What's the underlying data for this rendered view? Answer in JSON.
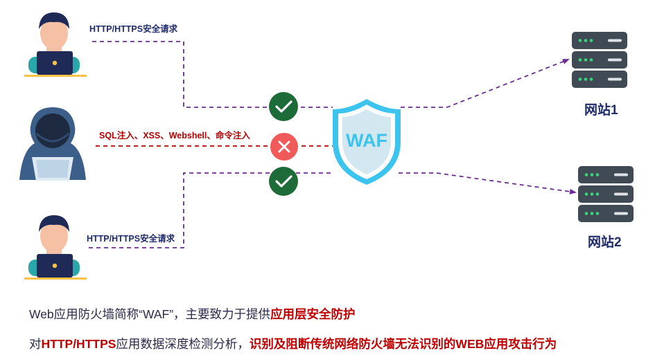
{
  "labels": {
    "top_request": "HTTP/HTTPS安全请求",
    "attack": "SQL注入、XSS、Webshell、命令注入",
    "bottom_request": "HTTP/HTTPS安全请求",
    "waf": "WAF",
    "site1": "网站1",
    "site2": "网站2"
  },
  "captions": {
    "line1_a": "Web应用防火墙简称“WAF”，主要致力于提供",
    "line1_em": "应用层安全防护",
    "line2_a": "对",
    "line2_em1": "HTTP/HTTPS",
    "line2_b": "应用数据深度检测分析，",
    "line2_em2": "识别及阻断传统网络防火墙无法识别的WEB应用攻击行为"
  },
  "colors": {
    "flow_line": "#6a2c91",
    "allow": "#1e6b3a",
    "block": "#f05a5a",
    "shield": "#3cc4ef",
    "server": "#3f4a55",
    "emphasis": "#c00000",
    "label_blue": "#1f2a6b"
  }
}
